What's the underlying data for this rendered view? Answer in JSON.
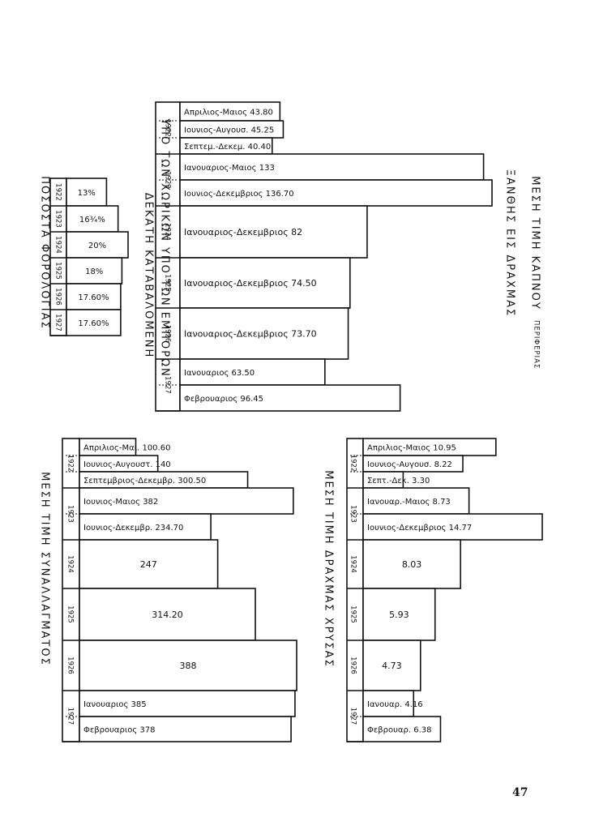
{
  "page_number": "47",
  "chart_data": [
    {
      "type": "bar",
      "id": "tobacco",
      "title": "ΜΕΣΗ ΤΙΜΗ ΚΑΠΝΟΥ ΠΕΡΙΦΕΡΙΑΣ ΞΑΝΘΗΣ ΕΙΣ ΔΡΑΧΜΑΣ",
      "title_lines": [
        "ΜΕΣΗ ΤΙΜΗ ΚΑΠΝΟΥ",
        "ΠΕΡΙΦΕΡΙΑΣ",
        "ΞΑΝΘΗΣ ΕΙΣ ΔΡΑΧΜΑΣ"
      ],
      "axis_titles": [
        "ΥΠΟ ΤΩΝ ΧΩΡΙΚΩΝ ΥΠΟ ΤΩΝ ΕΜΠΟΡΩΝ",
        "ΔΕΚΑΤΗ ΚΑΤΑΒΑΛΟΜΕΝΗ"
      ],
      "groups": [
        {
          "year": "1922",
          "bars": [
            {
              "label": "Απριλιος-Μαιος",
              "value": 43.8,
              "text": "43.80"
            },
            {
              "label": "Ιουνιος-Αυγουσ.",
              "value": 45.25,
              "text": "45.25"
            },
            {
              "label": "Σεπτεμ.-Δεκεμ.",
              "value": 40.4,
              "text": "40.40"
            }
          ]
        },
        {
          "year": "1923",
          "bars": [
            {
              "label": "Ιανουαριος-Μαιος",
              "value": 133,
              "text": "133"
            },
            {
              "label": "Ιουνιος-Δεκεμβριος",
              "value": 136.7,
              "text": "136.70"
            }
          ]
        },
        {
          "year": "1924",
          "bars": [
            {
              "label": "Ιανουαριος-Δεκεμβριος",
              "value": 82,
              "text": "82"
            }
          ]
        },
        {
          "year": "1925",
          "bars": [
            {
              "label": "Ιανουαριος-Δεκεμβριος",
              "value": 74.5,
              "text": "74.50"
            }
          ]
        },
        {
          "year": "1926",
          "bars": [
            {
              "label": "Ιανουαριος-Δεκεμβριος",
              "value": 73.7,
              "text": "73.70"
            }
          ]
        },
        {
          "year": "1927",
          "bars": [
            {
              "label": "Ιανουαριος",
              "value": 63.5,
              "text": "63.50"
            },
            {
              "label": "Φεβρουαριος",
              "value": 96.45,
              "text": "96.45"
            }
          ]
        }
      ]
    },
    {
      "type": "bar",
      "id": "tax",
      "title": "ΠΟΣΟΣΤΑ ΦΟΡΟΛΟΓΙΑΣ",
      "groups": [
        {
          "year": "1922",
          "bars": [
            {
              "label": "",
              "value": 13,
              "text": "13%"
            }
          ]
        },
        {
          "year": "1923",
          "bars": [
            {
              "label": "",
              "value": 16.75,
              "text": "16¾%"
            }
          ]
        },
        {
          "year": "1924",
          "bars": [
            {
              "label": "",
              "value": 20,
              "text": "20%"
            }
          ]
        },
        {
          "year": "1925",
          "bars": [
            {
              "label": "",
              "value": 18,
              "text": "18%"
            }
          ]
        },
        {
          "year": "1926",
          "bars": [
            {
              "label": "",
              "value": 17.6,
              "text": "17.60%"
            }
          ]
        },
        {
          "year": "1927",
          "bars": [
            {
              "label": "",
              "value": 17.6,
              "text": "17.60%"
            }
          ]
        }
      ]
    },
    {
      "type": "bar",
      "id": "exchange",
      "title": "ΜΕΣΗ ΤΙΜΗ ΣΥΝΑΛΛΑΓΜΑΤΟΣ",
      "groups": [
        {
          "year": "1922",
          "bars": [
            {
              "label": "Απριλιος-Μαι.",
              "value": 100.6,
              "text": "100.60"
            },
            {
              "label": "Ιουνιος-Αυγουστ.",
              "value": 140,
              "text": "140"
            },
            {
              "label": "Σεπτεμβριος-Δεκεμβρ.",
              "value": 300.5,
              "text": "300.50"
            }
          ]
        },
        {
          "year": "1923",
          "bars": [
            {
              "label": "Ιουνιος-Μαιος",
              "value": 382,
              "text": "382"
            },
            {
              "label": "Ιουνιος-Δεκεμβρ.",
              "value": 234.7,
              "text": "234.70"
            }
          ]
        },
        {
          "year": "1924",
          "bars": [
            {
              "label": "",
              "value": 247,
              "text": "247"
            }
          ]
        },
        {
          "year": "1925",
          "bars": [
            {
              "label": "",
              "value": 314.2,
              "text": "314.20"
            }
          ]
        },
        {
          "year": "1926",
          "bars": [
            {
              "label": "",
              "value": 388,
              "text": "388"
            }
          ]
        },
        {
          "year": "1927",
          "bars": [
            {
              "label": "Ιανουαριος",
              "value": 385,
              "text": "385"
            },
            {
              "label": "Φεβρουαριος",
              "value": 378,
              "text": "378"
            }
          ]
        }
      ]
    },
    {
      "type": "bar",
      "id": "gold",
      "title": "ΜΕΣΗ ΤΙΜΗ ΔΡΑΧΜΑΣ ΧΡΥΣΑΣ",
      "groups": [
        {
          "year": "1922",
          "bars": [
            {
              "label": "Απριλιος-Μαιος",
              "value": 10.95,
              "text": "10.95"
            },
            {
              "label": "Ιουνιος-Αυγουσ.",
              "value": 8.22,
              "text": "8.22"
            },
            {
              "label": "Σεπτ.-Δεκ.",
              "value": 3.3,
              "text": "3.30"
            }
          ]
        },
        {
          "year": "1923",
          "bars": [
            {
              "label": "Ιανουαρ.-Μαιος",
              "value": 8.73,
              "text": "8.73"
            },
            {
              "label": "Ιουνιος-Δεκεμβριος",
              "value": 14.77,
              "text": "14.77"
            }
          ]
        },
        {
          "year": "1924",
          "bars": [
            {
              "label": "",
              "value": 8.03,
              "text": "8.03"
            }
          ]
        },
        {
          "year": "1925",
          "bars": [
            {
              "label": "",
              "value": 5.93,
              "text": "5.93"
            }
          ]
        },
        {
          "year": "1926",
          "bars": [
            {
              "label": "",
              "value": 4.73,
              "text": "4.73"
            }
          ]
        },
        {
          "year": "1927",
          "bars": [
            {
              "label": "Ιανουαρ.",
              "value": 4.16,
              "text": "4.16"
            },
            {
              "label": "Φεβρουαρ.",
              "value": 6.38,
              "text": "6.38"
            }
          ]
        }
      ]
    }
  ]
}
